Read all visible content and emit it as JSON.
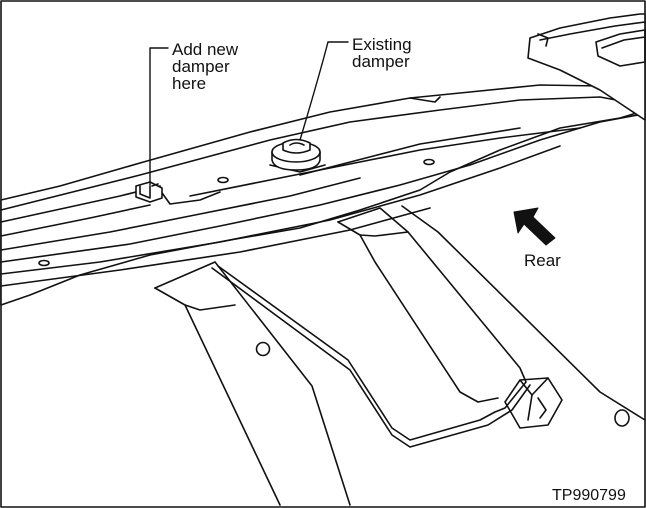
{
  "labels": {
    "new_damper": [
      "Add new",
      "damper",
      "here"
    ],
    "existing_damper": [
      "Existing",
      "damper"
    ],
    "rear": "Rear",
    "figure_code": "TP990799"
  }
}
